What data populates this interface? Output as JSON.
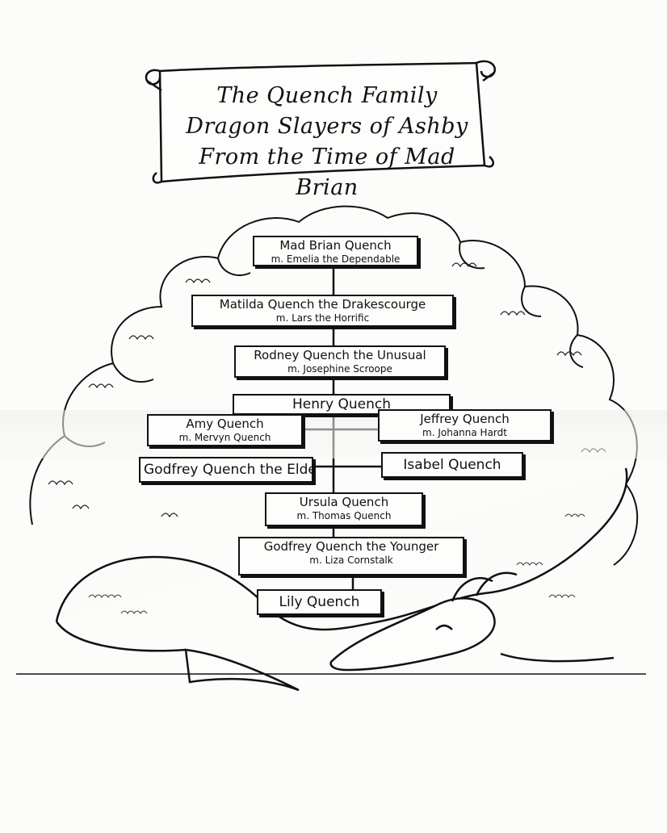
{
  "banner": {
    "lines": [
      "The Quench Family",
      "Dragon Slayers of Ashby",
      "From the Time of Mad Brian"
    ]
  },
  "people": {
    "mad_brian": {
      "name": "Mad Brian Quench",
      "spouse": "m. Emelia the Dependable"
    },
    "matilda": {
      "name": "Matilda Quench the Drakescourge",
      "spouse": "m. Lars the Horrific"
    },
    "rodney": {
      "name": "Rodney Quench the Unusual",
      "spouse": "m. Josephine Scroope"
    },
    "henry": {
      "name": "Henry Quench"
    },
    "amy": {
      "name": "Amy Quench",
      "spouse": "m. Mervyn Quench"
    },
    "jeffrey": {
      "name": "Jeffrey Quench",
      "spouse": "m. Johanna Hardt"
    },
    "godfrey_elder": {
      "name": "Godfrey Quench the Elder"
    },
    "isabel": {
      "name": "Isabel Quench"
    },
    "ursula": {
      "name": "Ursula Quench",
      "spouse": "m. Thomas Quench"
    },
    "godfrey_younger": {
      "name": "Godfrey Quench the Younger",
      "spouse": "m. Liza Cornstalk"
    },
    "lily": {
      "name": "Lily Quench"
    }
  }
}
